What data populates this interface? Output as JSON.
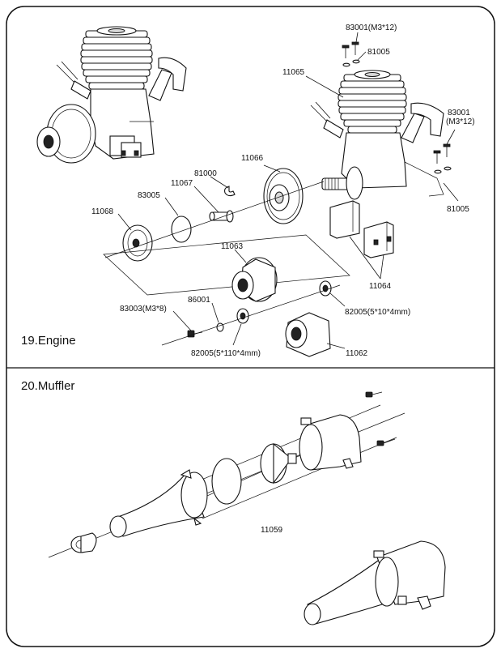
{
  "sections": {
    "engine_title": "19.Engine",
    "muffler_title": "20.Muffler"
  },
  "engine_parts": {
    "p83001_top": "83001(M3*12)",
    "p81005_top": "81005",
    "p11065": "11065",
    "p83001_right_a": "83001",
    "p83001_right_b": "(M3*12)",
    "p81005_right": "81005",
    "p11066": "11066",
    "p81000": "81000",
    "p11067": "11067",
    "p83005": "83005",
    "p11068": "11068",
    "p11063": "11063",
    "p11064": "11064",
    "p86001": "86001",
    "p83003": "83003(M3*8)",
    "p82005_right": "82005(5*10*4mm)",
    "p82005_bottom": "82005(5*110*4mm)",
    "p11062": "11062"
  },
  "muffler_parts": {
    "p11059": "11059"
  }
}
